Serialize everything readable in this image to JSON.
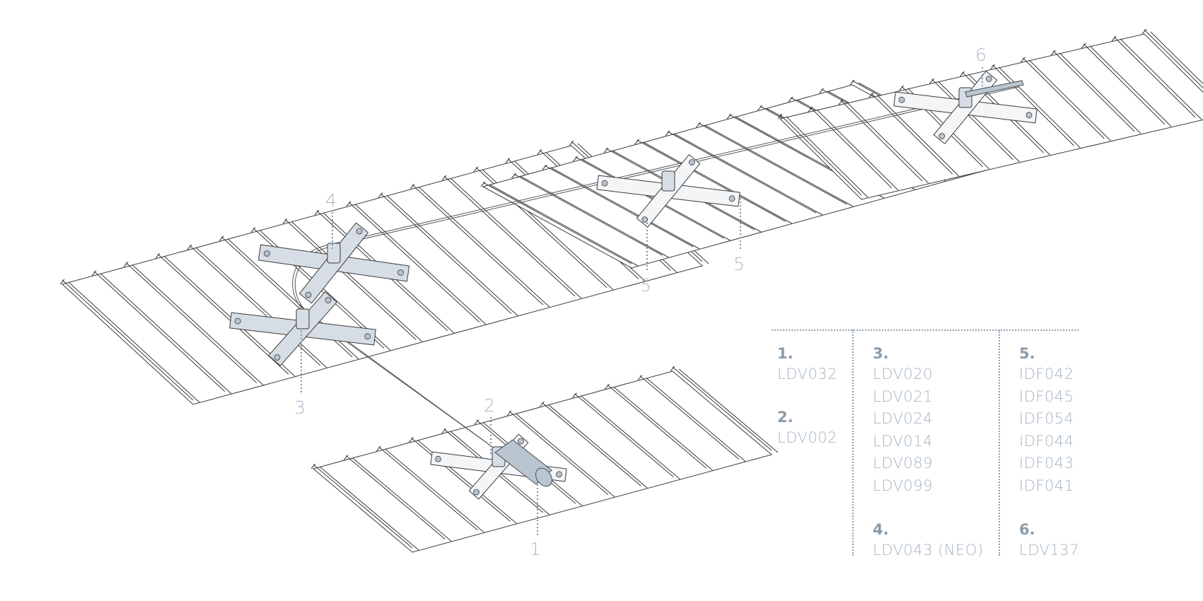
{
  "diagram": {
    "title": "Roof lifeline system on trapezoidal sheet metal",
    "callouts": [
      {
        "label": "1"
      },
      {
        "label": "2"
      },
      {
        "label": "3"
      },
      {
        "label": "4"
      },
      {
        "label": "5"
      },
      {
        "label": "5"
      },
      {
        "label": "6"
      }
    ],
    "colors": {
      "callout_text": "#a9b8c6",
      "leader_line": "#7f93a5",
      "component_fill": "#d6dde5",
      "line_art": "#3a3a3a"
    }
  },
  "legend": {
    "groups": [
      {
        "number": "1.",
        "codes": [
          "LDV032"
        ]
      },
      {
        "number": "2.",
        "codes": [
          "LDV002"
        ]
      },
      {
        "number": "3.",
        "codes": [
          "LDV020",
          "LDV021",
          "LDV024",
          "LDV014",
          "LDV089",
          "LDV099"
        ]
      },
      {
        "number": "4.",
        "codes": [
          "LDV043 (NEO)"
        ]
      },
      {
        "number": "5.",
        "codes": [
          "IDF042",
          "IDF045",
          "IDF054",
          "IDF044",
          "IDF043",
          "IDF041"
        ]
      },
      {
        "number": "6.",
        "codes": [
          "LDV137"
        ]
      }
    ]
  }
}
